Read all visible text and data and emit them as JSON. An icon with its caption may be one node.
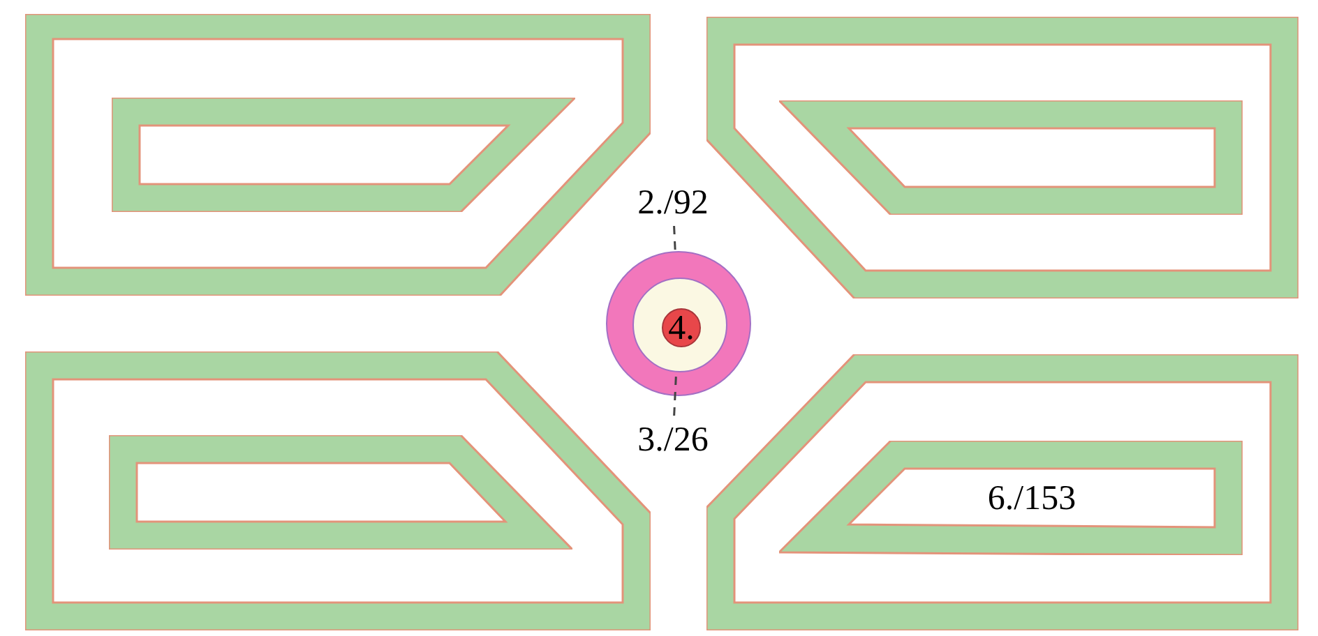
{
  "diagram": {
    "nodes": [
      {
        "text": [],
        "shape": "band"
      },
      {
        "text": [],
        "shape": "band",
        "in": 0
      },
      {
        "text": [],
        "shape": "band"
      },
      {
        "text": [],
        "shape": "band",
        "in": 2
      },
      {
        "text": [
          "2./92"
        ]
      },
      {
        "text": [],
        "shape": "ring"
      },
      {
        "text": [],
        "shape": "circle",
        "in": 5
      },
      {
        "text": [
          "4."
        ],
        "in": 6
      },
      {
        "text": [
          "3./26"
        ]
      },
      {
        "text": [],
        "shape": "band"
      },
      {
        "text": [],
        "shape": "band",
        "in": 9
      },
      {
        "text": [],
        "shape": "band"
      },
      {
        "text": [
          "6./153"
        ],
        "in": 11
      }
    ],
    "edges": [
      {
        "from": 4,
        "to": 5,
        "arrow": "none",
        "style": "dashed"
      },
      {
        "from": 8,
        "to": 6,
        "arrow": "none",
        "style": "dashed"
      }
    ]
  }
}
